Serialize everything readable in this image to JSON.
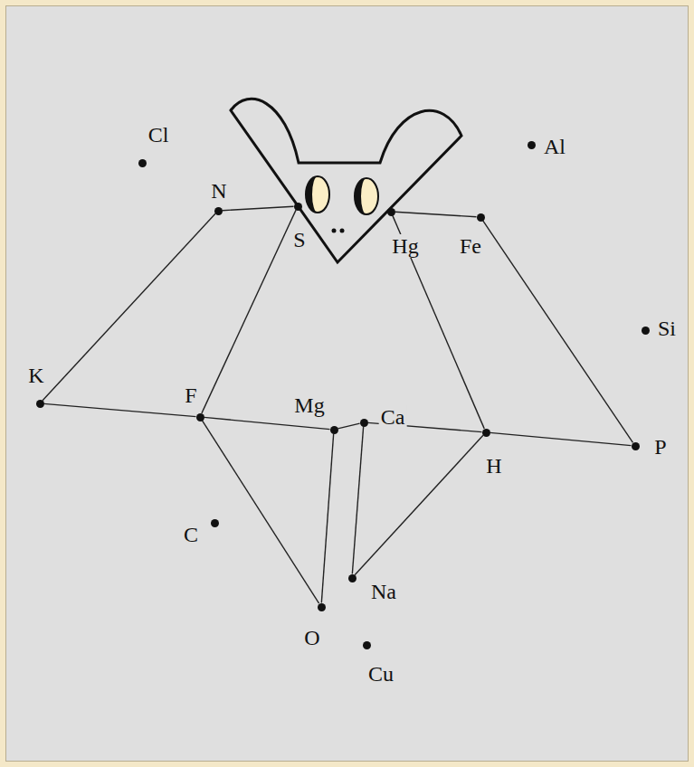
{
  "diagram": {
    "nodes": [
      {
        "text": [
          "Cl"
        ]
      },
      {
        "text": [
          "Al"
        ]
      },
      {
        "text": [
          "N"
        ]
      },
      {
        "text": [
          "S"
        ]
      },
      {
        "text": [
          "Hg"
        ]
      },
      {
        "text": [
          "Fe"
        ]
      },
      {
        "text": [
          "Si"
        ]
      },
      {
        "text": [
          "K"
        ]
      },
      {
        "text": [
          "F"
        ]
      },
      {
        "text": [
          "Mg"
        ]
      },
      {
        "text": [
          "Ca"
        ]
      },
      {
        "text": [
          "H"
        ]
      },
      {
        "text": [
          "P"
        ]
      },
      {
        "text": [
          "C"
        ]
      },
      {
        "text": [
          "Na"
        ]
      },
      {
        "text": [
          "O"
        ]
      },
      {
        "text": [
          "Cu"
        ]
      }
    ],
    "edges": [
      {
        "from": 2,
        "to": 3,
        "arrow": "none"
      },
      {
        "from": 4,
        "to": 5,
        "arrow": "none"
      },
      {
        "from": 7,
        "to": 2,
        "arrow": "none"
      },
      {
        "from": 3,
        "to": 8,
        "arrow": "none"
      },
      {
        "from": 4,
        "to": 11,
        "arrow": "none"
      },
      {
        "from": 5,
        "to": 12,
        "arrow": "none"
      },
      {
        "from": 7,
        "to": 8,
        "arrow": "none"
      },
      {
        "from": 8,
        "to": 9,
        "arrow": "none"
      },
      {
        "from": 9,
        "to": 10,
        "arrow": "none"
      },
      {
        "from": 10,
        "to": 11,
        "arrow": "none"
      },
      {
        "from": 11,
        "to": 12,
        "arrow": "none"
      },
      {
        "from": 8,
        "to": 15,
        "arrow": "none"
      },
      {
        "from": 9,
        "to": 15,
        "arrow": "none"
      },
      {
        "from": 10,
        "to": 14,
        "arrow": "none"
      },
      {
        "from": 14,
        "to": 11,
        "arrow": "none"
      }
    ]
  }
}
